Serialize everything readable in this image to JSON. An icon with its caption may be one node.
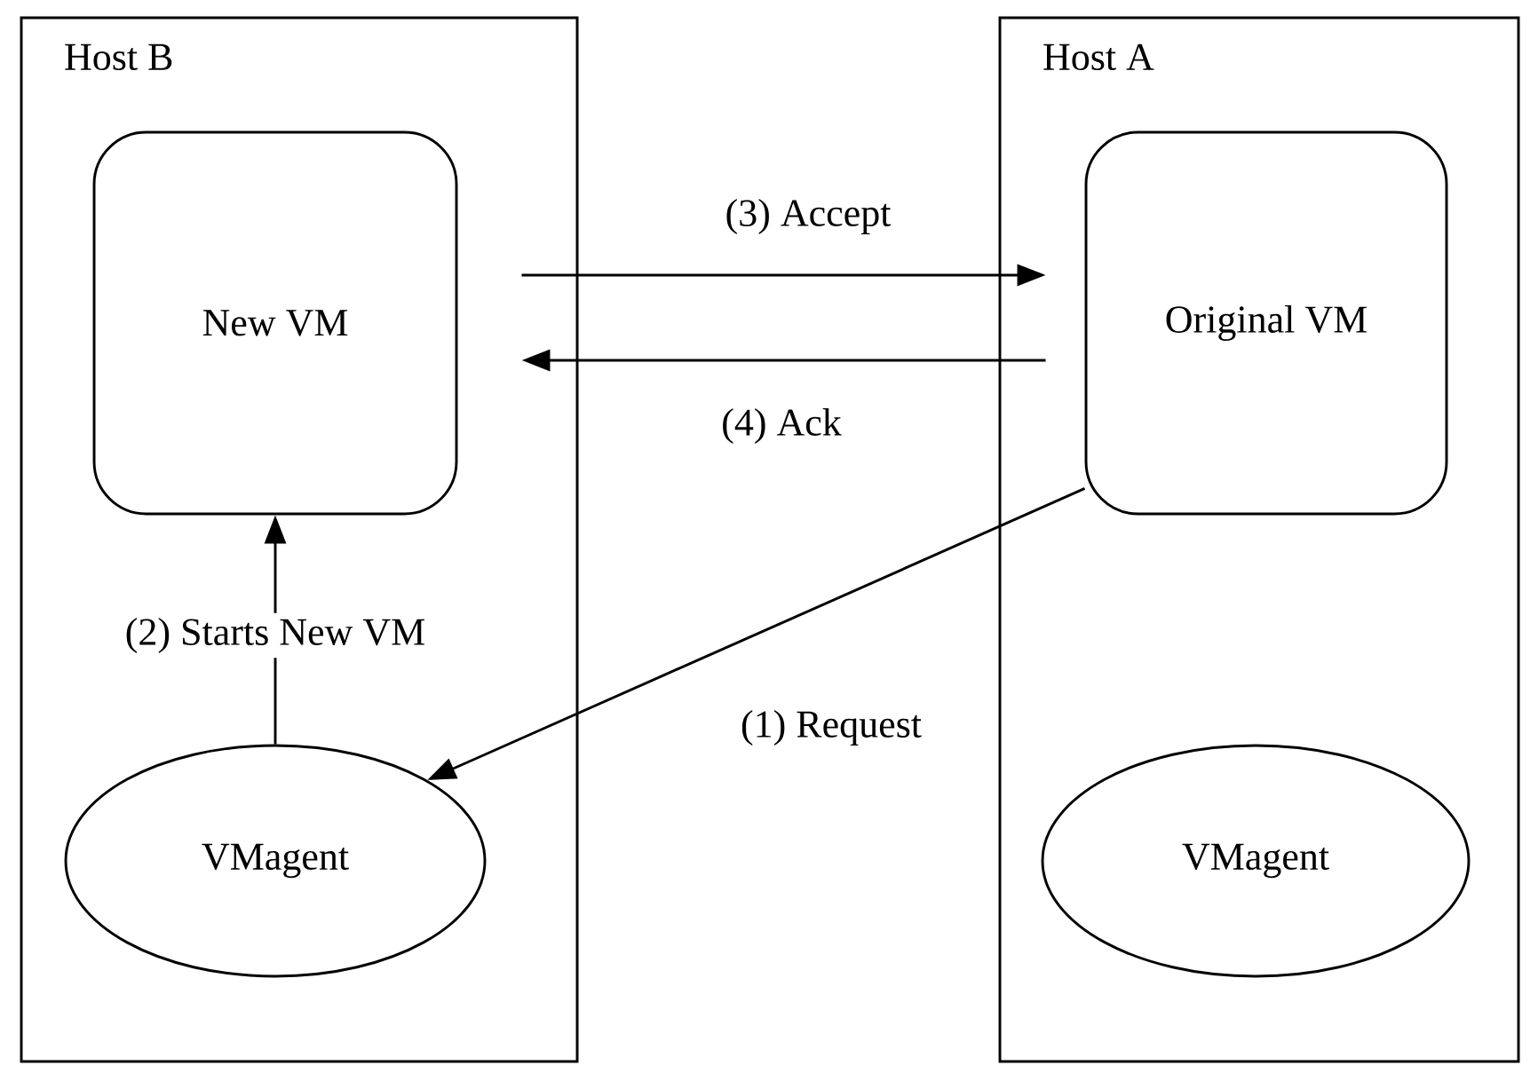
{
  "diagram": {
    "nodes": [
      {
        "text": [
          "Host B"
        ]
      },
      {
        "text": [
          "New VM"
        ],
        "in": 0
      },
      {
        "text": [
          "VMagent"
        ],
        "in": 0
      },
      {
        "text": [
          "Host A"
        ]
      },
      {
        "text": [
          "Original VM"
        ],
        "in": 3
      },
      {
        "text": [
          "VMagent"
        ],
        "in": 3
      }
    ],
    "edges": [
      {
        "from": 4,
        "to": 2,
        "arrow": "to",
        "label": "(1) Request"
      },
      {
        "from": 2,
        "to": 1,
        "arrow": "to",
        "label": "(2) Starts New VM"
      },
      {
        "from": 1,
        "to": 4,
        "arrow": "to",
        "label": "(3) Accept"
      },
      {
        "from": 4,
        "to": 1,
        "arrow": "to",
        "label": "(4) Ack"
      }
    ]
  }
}
